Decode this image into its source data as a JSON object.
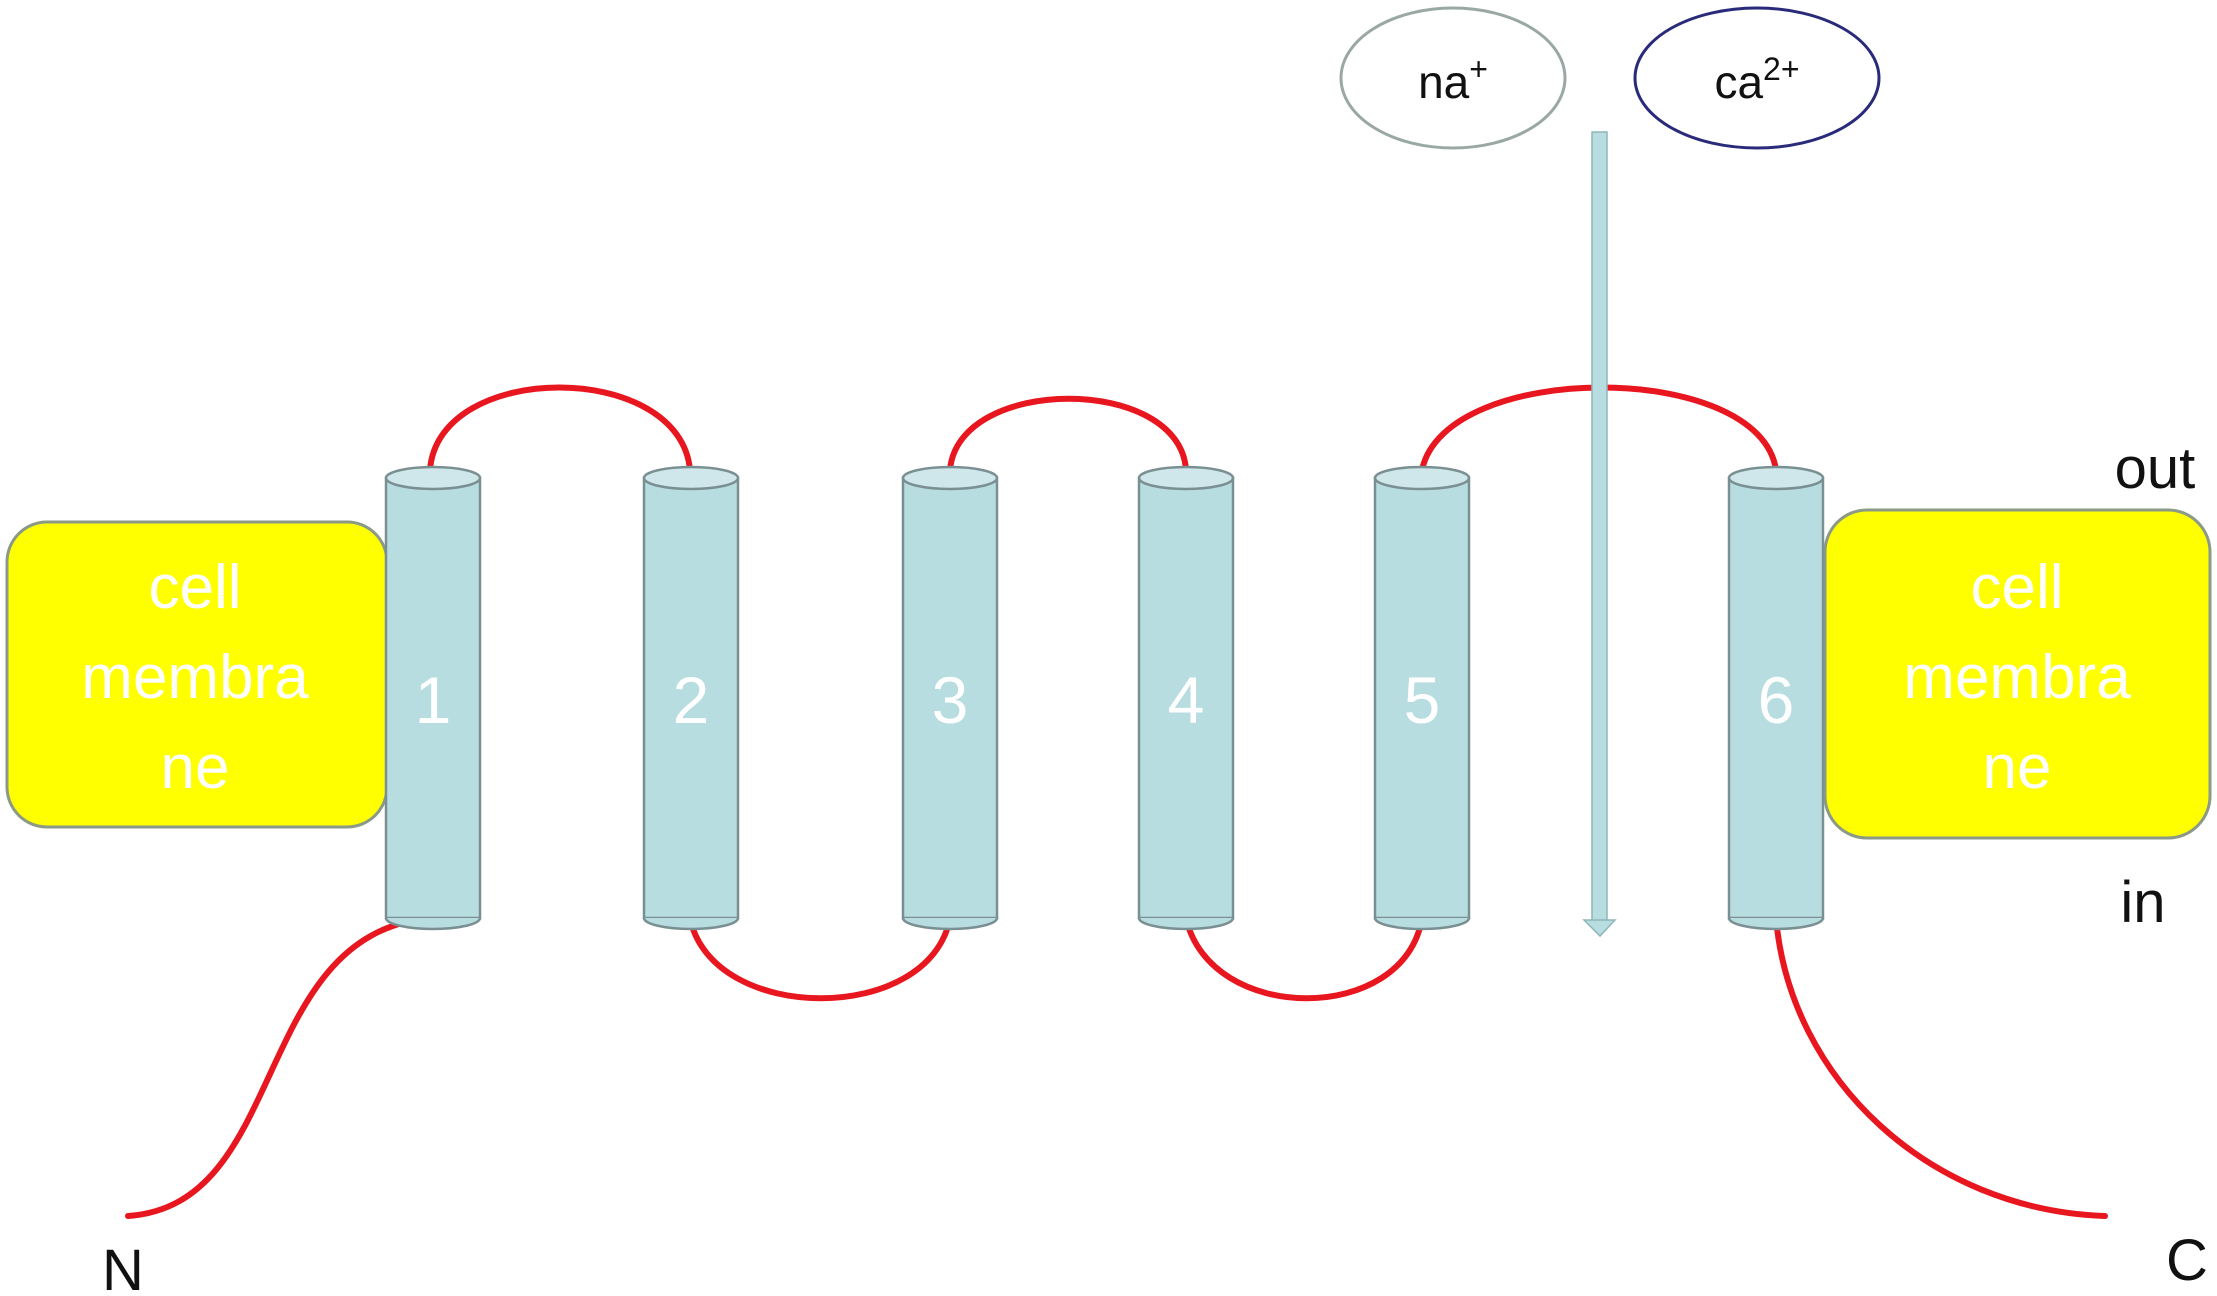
{
  "membrane": {
    "left_lines": [
      "cell",
      "membra",
      "ne"
    ],
    "right_lines": [
      "cell",
      "membra",
      "ne"
    ],
    "fill": "#ffff00",
    "stroke": "#8a9a86"
  },
  "helices": {
    "labels": [
      "1",
      "2",
      "3",
      "4",
      "5",
      "6"
    ],
    "fill": "#b8dde0",
    "stroke": "#7a8f92"
  },
  "sides": {
    "outside": "out",
    "inside": "in"
  },
  "termini": {
    "n": "N",
    "c": "C"
  },
  "ions": {
    "sodium": {
      "base": "na",
      "charge": "+",
      "stroke": "#9aa8a2"
    },
    "calcium": {
      "base": "ca",
      "charge": "2+",
      "stroke": "#2a2a7a"
    }
  },
  "loop_color": "#e8161e",
  "arrow_color": "#b8dde0"
}
